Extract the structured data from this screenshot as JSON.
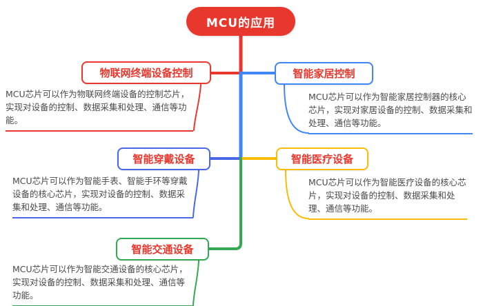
{
  "title": "MCU的应用",
  "root": {
    "label": "MCU的应用",
    "color": "#e8382d",
    "text_color": "#ffffff"
  },
  "topic_text_color": "#e8382d",
  "desc_text_color": "#4a4a4a",
  "branches": [
    {
      "id": "iot-terminal-control",
      "label": "物联网终端设备控制",
      "color": "#e8382d",
      "desc": "MCU芯片可以作为物联网终端设备的控制芯片，实现对设备的控制、数据采集和处理、通信等功能。"
    },
    {
      "id": "smart-home-control",
      "label": "智能家居控制",
      "color": "#4086f4",
      "desc": "MCU芯片可以作为智能家居控制器的核心芯片，实现对家居设备的控制、数据采集和处理、通信等功能。"
    },
    {
      "id": "smart-wearable",
      "label": "智能穿戴设备",
      "color": "#4a67e8",
      "desc": "MCU芯片可以作为智能手表、智能手环等穿戴设备的核心芯片，实现对设备的控制、数据采集和处理、通信等功能。"
    },
    {
      "id": "smart-medical",
      "label": "智能医疗设备",
      "color": "#fbbc05",
      "desc": "MCU芯片可以作为智能医疗设备的核心芯片，实现对设备的控制、数据采集和处理、通信等功能。"
    },
    {
      "id": "smart-traffic",
      "label": "智能交通设备",
      "color": "#34a853",
      "desc": "MCU芯片可以作为智能交通设备的核心芯片，实现对设备的控制、数据采集和处理、通信等功能。"
    }
  ]
}
